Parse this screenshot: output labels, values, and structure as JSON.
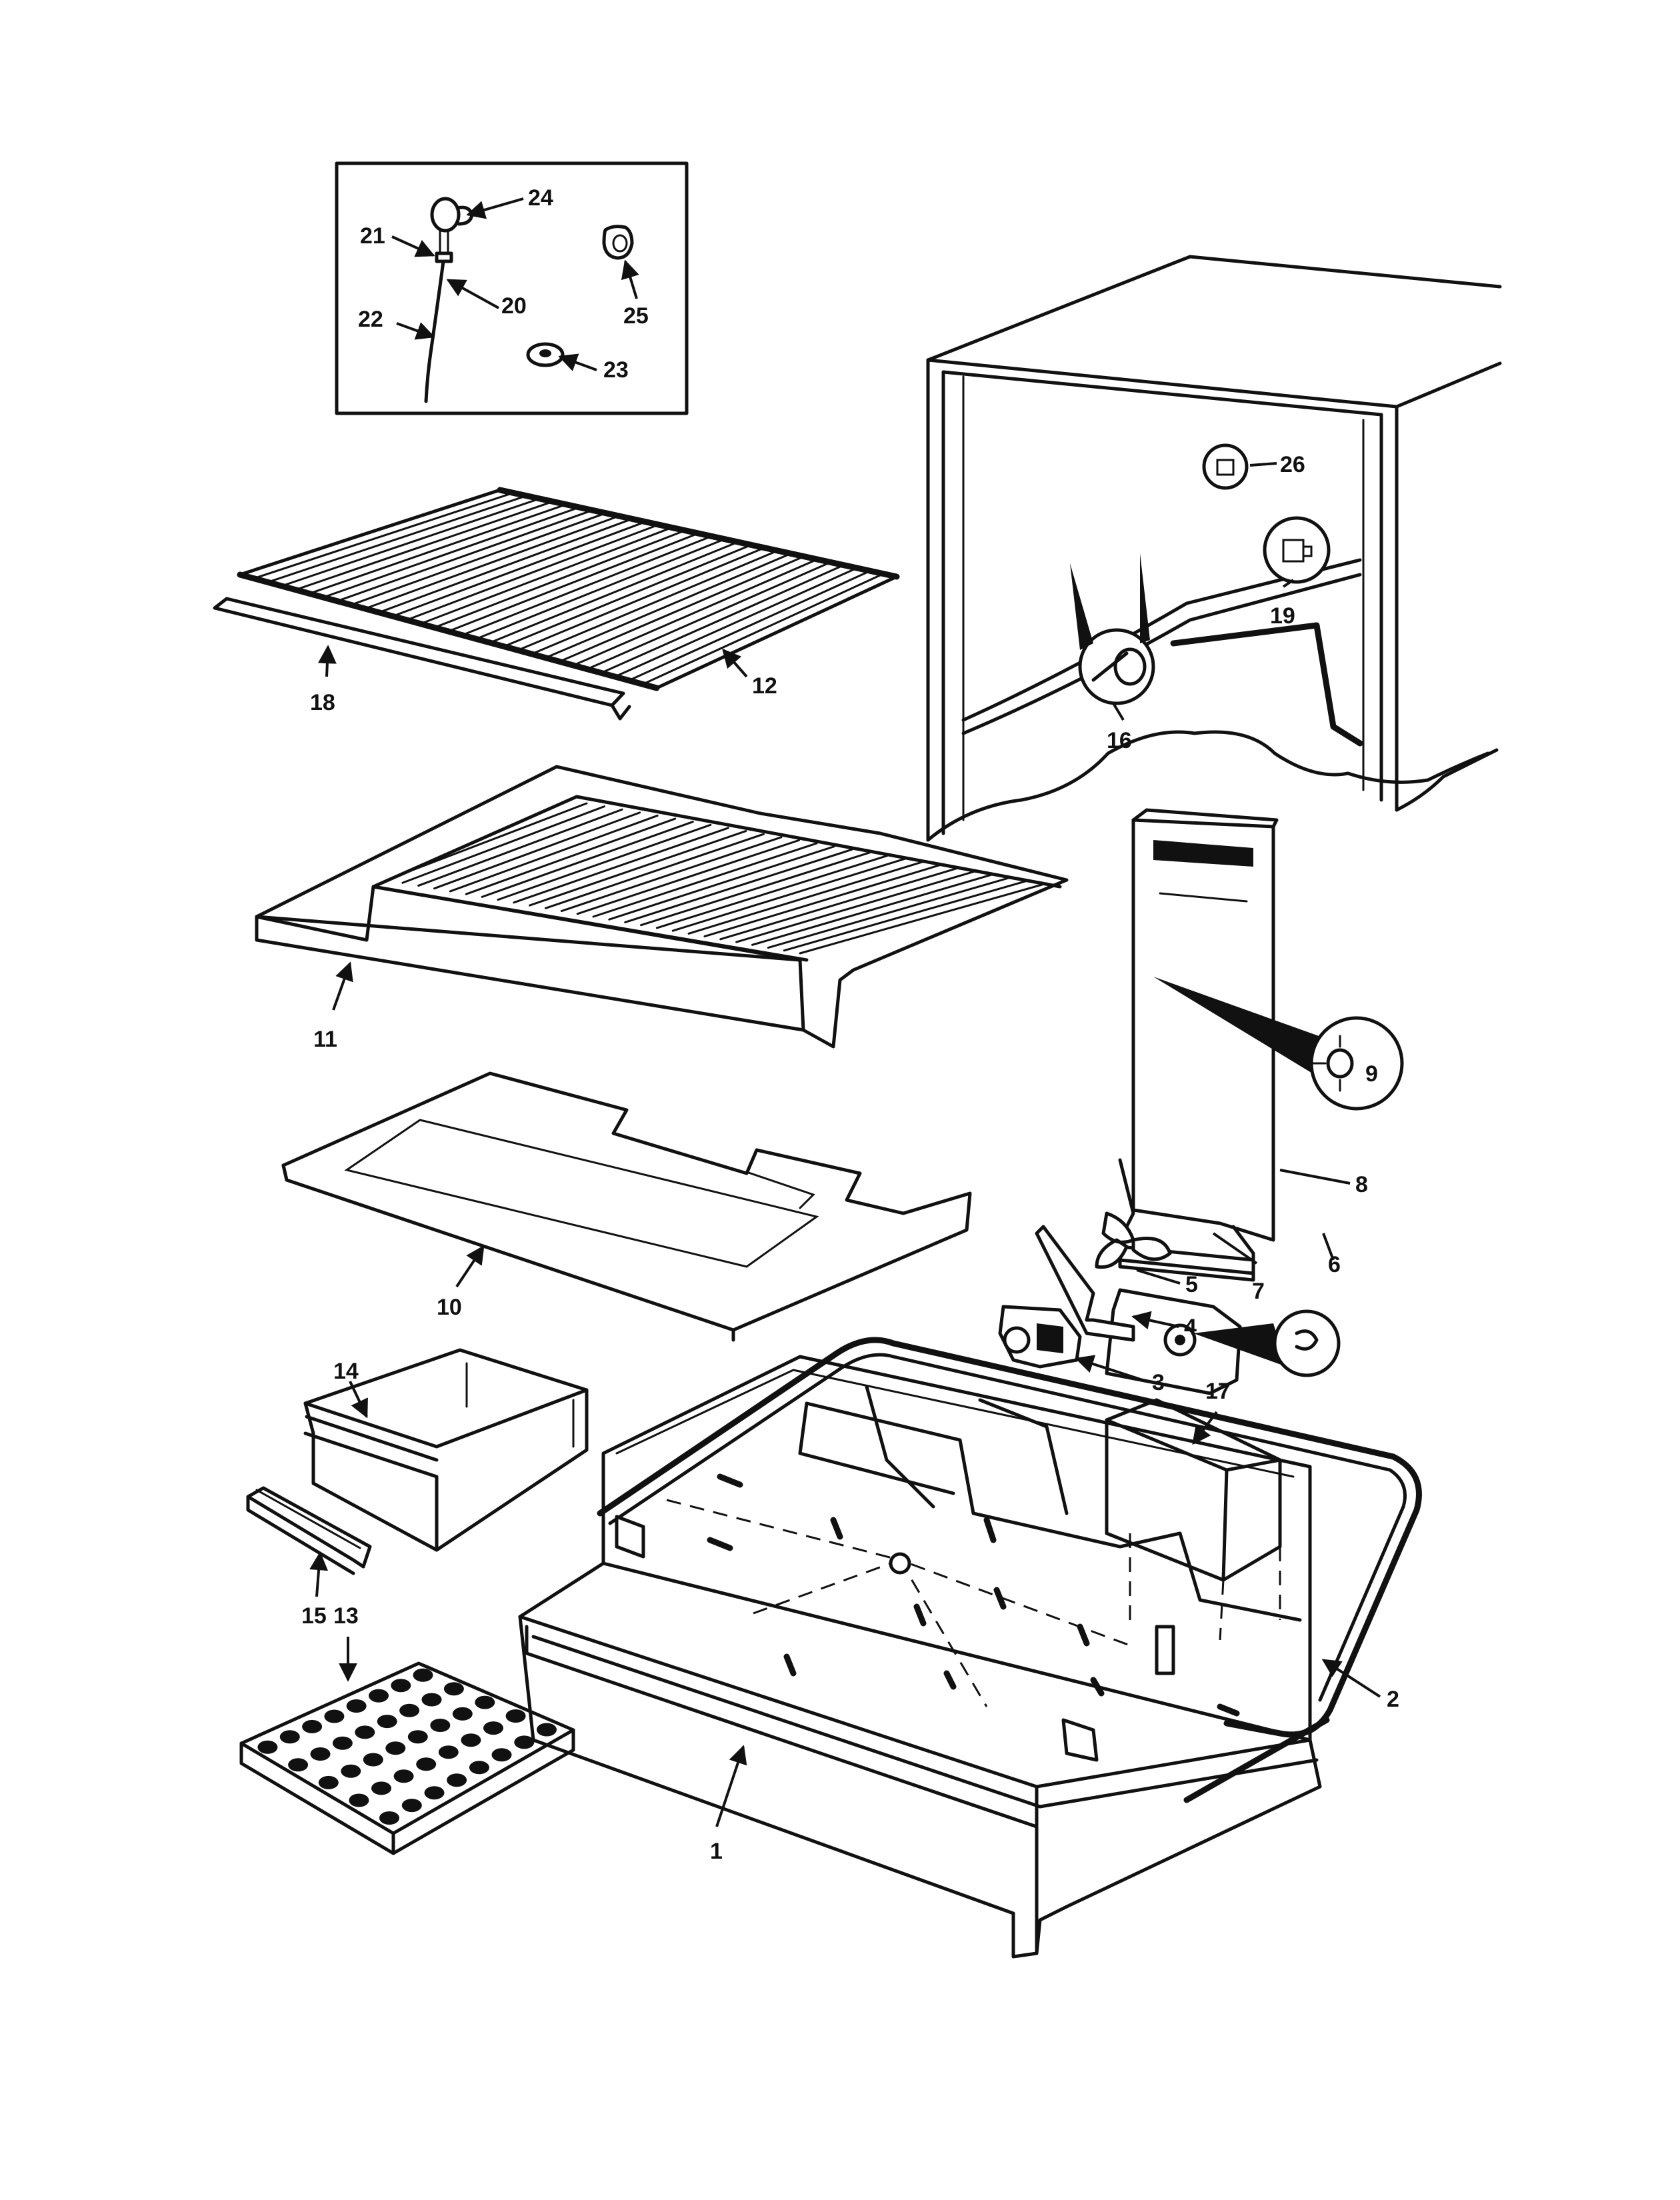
{
  "diagram": {
    "callouts": [
      {
        "id": "c1",
        "label": "1"
      },
      {
        "id": "c2",
        "label": "2"
      },
      {
        "id": "c3",
        "label": "3"
      },
      {
        "id": "c4",
        "label": "4"
      },
      {
        "id": "c5",
        "label": "5"
      },
      {
        "id": "c6",
        "label": "6"
      },
      {
        "id": "c7",
        "label": "7"
      },
      {
        "id": "c8",
        "label": "8"
      },
      {
        "id": "c9",
        "label": "9"
      },
      {
        "id": "c10",
        "label": "10"
      },
      {
        "id": "c11",
        "label": "11"
      },
      {
        "id": "c12",
        "label": "12"
      },
      {
        "id": "c13",
        "label": "13"
      },
      {
        "id": "c14",
        "label": "14"
      },
      {
        "id": "c15",
        "label": "15"
      },
      {
        "id": "c16",
        "label": "16"
      },
      {
        "id": "c17",
        "label": "17"
      },
      {
        "id": "c18",
        "label": "18"
      },
      {
        "id": "c19",
        "label": "19"
      },
      {
        "id": "c20",
        "label": "20"
      },
      {
        "id": "c21",
        "label": "21"
      },
      {
        "id": "c22",
        "label": "22"
      },
      {
        "id": "c23",
        "label": "23"
      },
      {
        "id": "c24",
        "label": "24"
      },
      {
        "id": "c25",
        "label": "25"
      },
      {
        "id": "c26",
        "label": "26"
      }
    ]
  },
  "colors": {
    "ink": "#111111",
    "paper": "#ffffff"
  }
}
